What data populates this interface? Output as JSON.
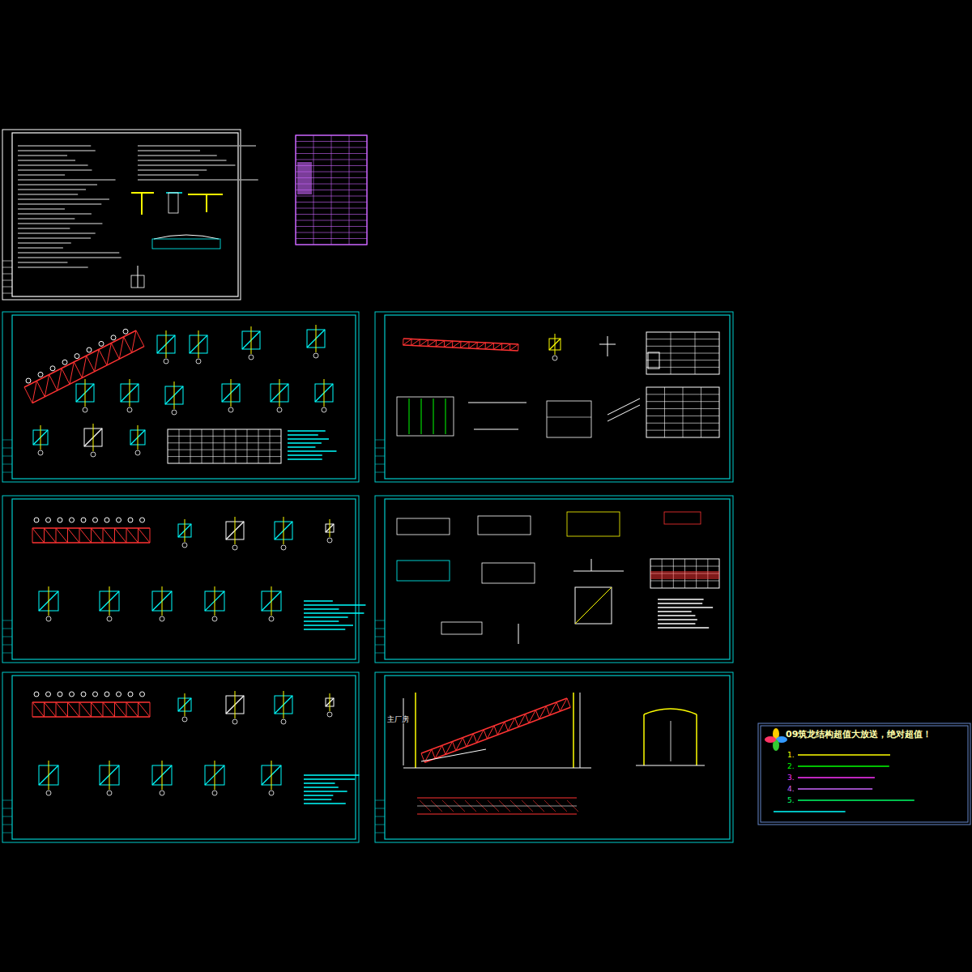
{
  "diagram": {
    "nodes": [
      {
        "text": [
          "09筑龙结构超值大放送，绝对超值！"
        ]
      }
    ],
    "labels": [
      "1.",
      "2.",
      "3.",
      "4.",
      "5.",
      "主厂房"
    ]
  }
}
